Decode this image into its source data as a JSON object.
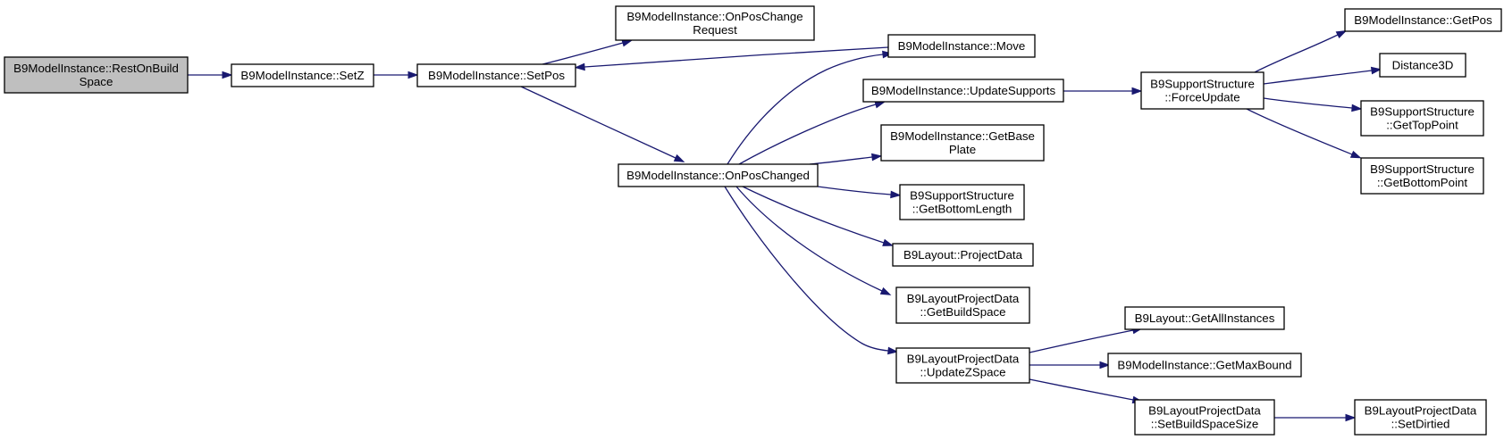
{
  "diagram": {
    "nodes": [
      {
        "id": "rest_on_build_space",
        "lines": [
          "B9ModelInstance::RestOnBuild",
          "Space"
        ],
        "highlighted": true
      },
      {
        "id": "set_z",
        "lines": [
          "B9ModelInstance::SetZ"
        ]
      },
      {
        "id": "set_pos",
        "lines": [
          "B9ModelInstance::SetPos"
        ]
      },
      {
        "id": "on_pos_change_request",
        "lines": [
          "B9ModelInstance::OnPosChange",
          "Request"
        ]
      },
      {
        "id": "move",
        "lines": [
          "B9ModelInstance::Move"
        ]
      },
      {
        "id": "on_pos_changed",
        "lines": [
          "B9ModelInstance::OnPosChanged"
        ]
      },
      {
        "id": "update_supports",
        "lines": [
          "B9ModelInstance::UpdateSupports"
        ]
      },
      {
        "id": "get_base_plate",
        "lines": [
          "B9ModelInstance::GetBase",
          "Plate"
        ]
      },
      {
        "id": "get_bottom_length",
        "lines": [
          "B9SupportStructure",
          "::GetBottomLength"
        ]
      },
      {
        "id": "project_data",
        "lines": [
          "B9Layout::ProjectData"
        ]
      },
      {
        "id": "get_build_space",
        "lines": [
          "B9LayoutProjectData",
          "::GetBuildSpace"
        ]
      },
      {
        "id": "update_z_space",
        "lines": [
          "B9LayoutProjectData",
          "::UpdateZSpace"
        ]
      },
      {
        "id": "force_update",
        "lines": [
          "B9SupportStructure",
          "::ForceUpdate"
        ]
      },
      {
        "id": "get_pos",
        "lines": [
          "B9ModelInstance::GetPos"
        ]
      },
      {
        "id": "distance_3d",
        "lines": [
          "Distance3D"
        ]
      },
      {
        "id": "get_top_point",
        "lines": [
          "B9SupportStructure",
          "::GetTopPoint"
        ]
      },
      {
        "id": "get_bottom_point",
        "lines": [
          "B9SupportStructure",
          "::GetBottomPoint"
        ]
      },
      {
        "id": "get_all_instances",
        "lines": [
          "B9Layout::GetAllInstances"
        ]
      },
      {
        "id": "get_max_bound",
        "lines": [
          "B9ModelInstance::GetMaxBound"
        ]
      },
      {
        "id": "set_build_space_size",
        "lines": [
          "B9LayoutProjectData",
          "::SetBuildSpaceSize"
        ]
      },
      {
        "id": "set_dirtied",
        "lines": [
          "B9LayoutProjectData",
          "::SetDirtied"
        ]
      }
    ],
    "edges": [
      {
        "from": "rest_on_build_space",
        "to": "set_z"
      },
      {
        "from": "set_z",
        "to": "set_pos"
      },
      {
        "from": "set_pos",
        "to": "on_pos_change_request"
      },
      {
        "from": "set_pos",
        "to": "on_pos_changed"
      },
      {
        "from": "move",
        "to": "set_pos"
      },
      {
        "from": "on_pos_changed",
        "to": "move"
      },
      {
        "from": "on_pos_changed",
        "to": "update_supports"
      },
      {
        "from": "on_pos_changed",
        "to": "get_base_plate"
      },
      {
        "from": "on_pos_changed",
        "to": "get_bottom_length"
      },
      {
        "from": "on_pos_changed",
        "to": "project_data"
      },
      {
        "from": "on_pos_changed",
        "to": "get_build_space"
      },
      {
        "from": "on_pos_changed",
        "to": "update_z_space"
      },
      {
        "from": "update_supports",
        "to": "force_update"
      },
      {
        "from": "force_update",
        "to": "get_pos"
      },
      {
        "from": "force_update",
        "to": "distance_3d"
      },
      {
        "from": "force_update",
        "to": "get_top_point"
      },
      {
        "from": "force_update",
        "to": "get_bottom_point"
      },
      {
        "from": "update_z_space",
        "to": "get_all_instances"
      },
      {
        "from": "update_z_space",
        "to": "get_max_bound"
      },
      {
        "from": "update_z_space",
        "to": "set_build_space_size"
      },
      {
        "from": "set_build_space_size",
        "to": "set_dirtied"
      }
    ]
  }
}
